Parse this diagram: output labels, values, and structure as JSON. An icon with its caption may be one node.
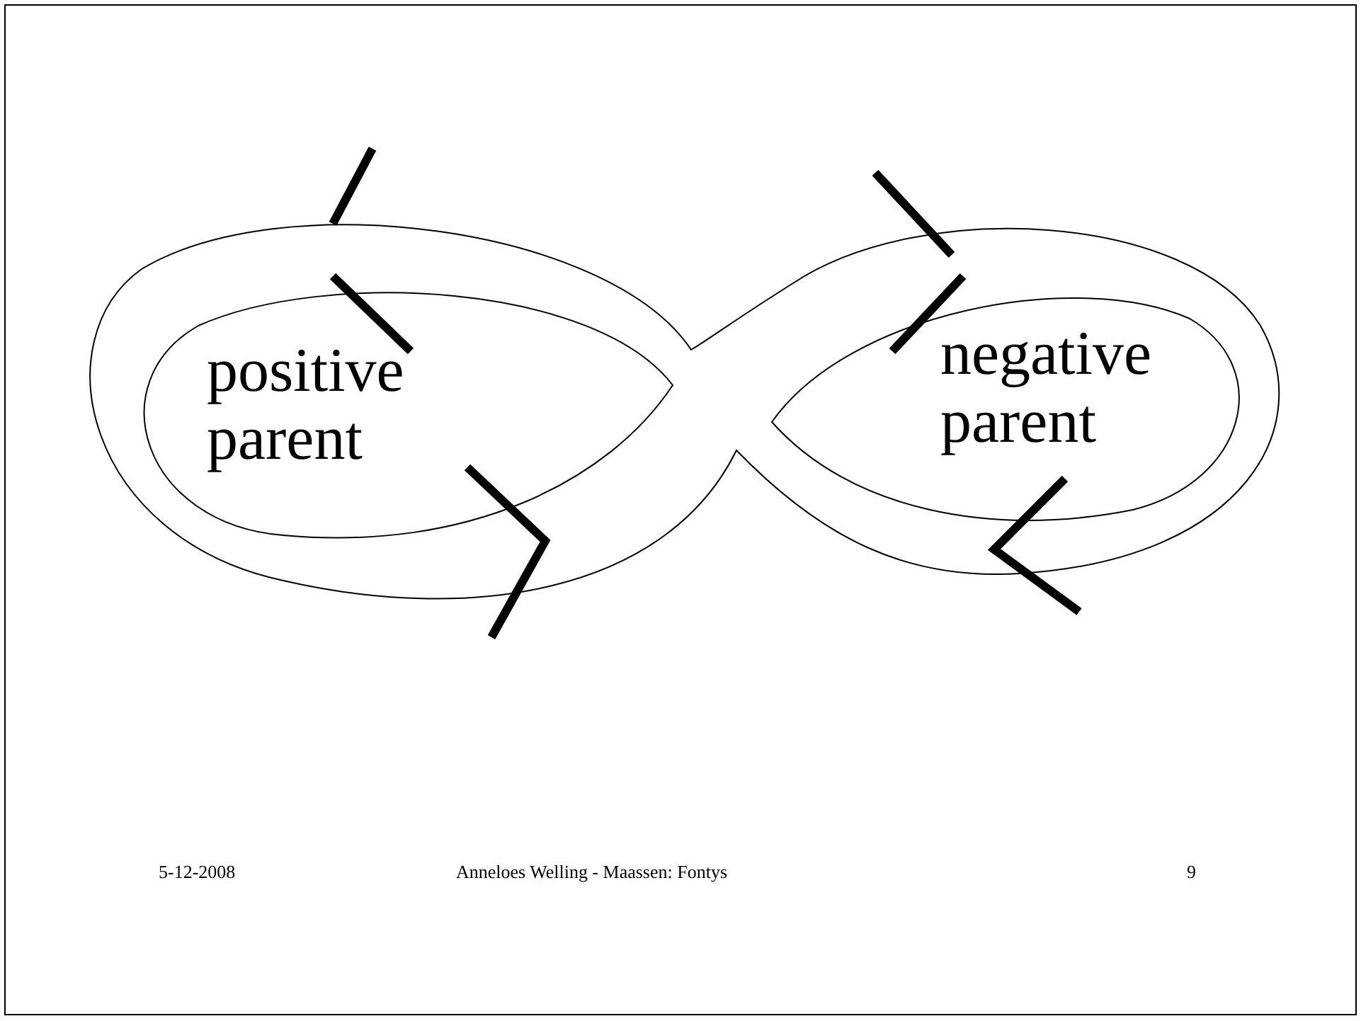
{
  "diagram": {
    "nodes": [
      {
        "text": [
          "positive parent"
        ]
      },
      {
        "text": [
          "negative parent"
        ]
      }
    ],
    "labels": [
      "5-12-2008",
      "Anneloes Welling - Maassen: Fontys",
      "9"
    ]
  }
}
